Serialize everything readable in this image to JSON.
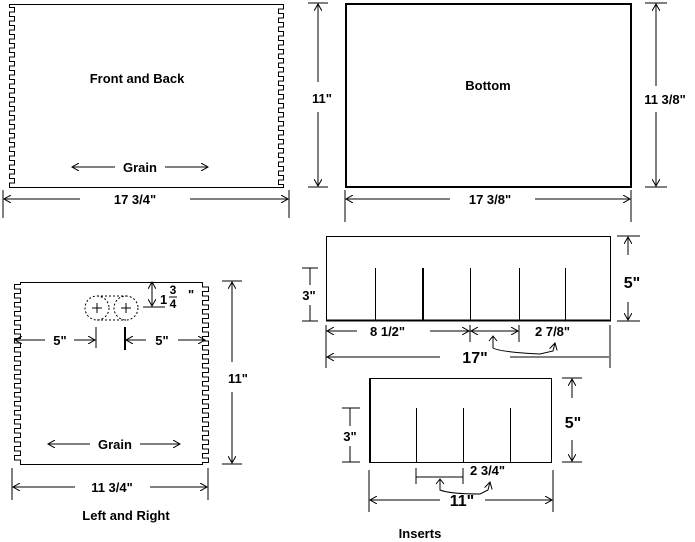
{
  "front_back": {
    "label": "Front and Back",
    "grain": "Grain",
    "width": "17  3/4\"",
    "height": "11\""
  },
  "bottom": {
    "label": "Bottom",
    "width": "17 3/8\"",
    "height": "11 3/8\""
  },
  "left_right": {
    "label": "Left and Right",
    "grain": "Grain",
    "width": "11 3/4\"",
    "height": "11\"",
    "hole_offset_whole": "1",
    "hole_offset_num": "3",
    "hole_offset_den": "4",
    "hole_offset_unit": "\"",
    "left_dim": "5\"",
    "right_dim": "5\""
  },
  "insert_long": {
    "length": "17\"",
    "height": "5\"",
    "slot_depth": "3\"",
    "first_slot": "8 1/2\"",
    "spacing": "2 7/8\""
  },
  "insert_short": {
    "length": "11\"",
    "height": "5\"",
    "slot_depth": "3\"",
    "spacing": "2 3/4\""
  },
  "caption": "Inserts"
}
